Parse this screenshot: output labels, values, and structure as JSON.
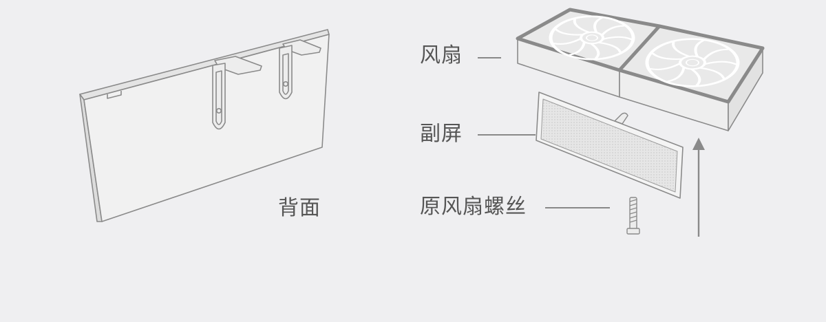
{
  "labels": {
    "back": "背面",
    "fan": "风扇",
    "sub_screen": "副屏",
    "fan_screw": "原风扇螺丝"
  },
  "colors": {
    "background": "#efeff1",
    "line": "#8a8a8a",
    "panel_face": "#f1f1f1",
    "text": "#555555"
  }
}
